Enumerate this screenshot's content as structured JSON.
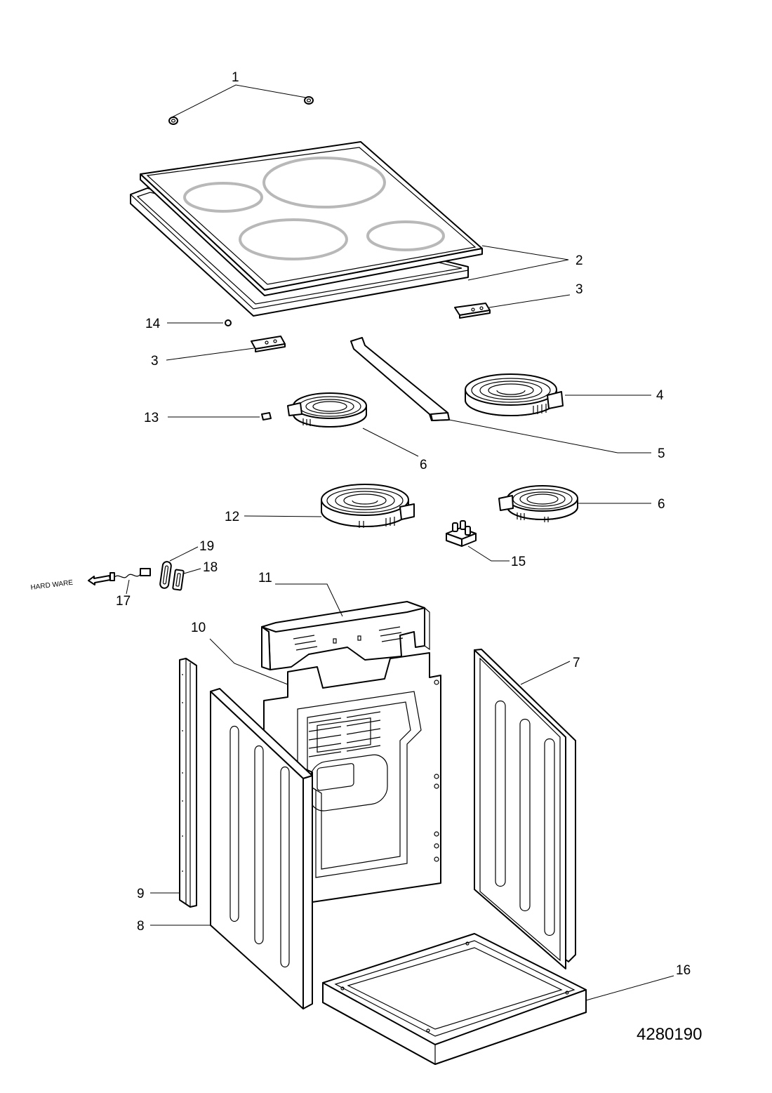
{
  "callouts": {
    "c1": "1",
    "c2": "2",
    "c3a": "3",
    "c3b": "3",
    "c4": "4",
    "c5": "5",
    "c6a": "6",
    "c6b": "6",
    "c7": "7",
    "c8": "8",
    "c9": "9",
    "c10": "10",
    "c11": "11",
    "c12": "12",
    "c13": "13",
    "c14": "14",
    "c15": "15",
    "c16": "16",
    "c17": "17",
    "c18": "18",
    "c19": "19"
  },
  "hardware_label": "HARD WARE",
  "drawing_code": "4280190"
}
